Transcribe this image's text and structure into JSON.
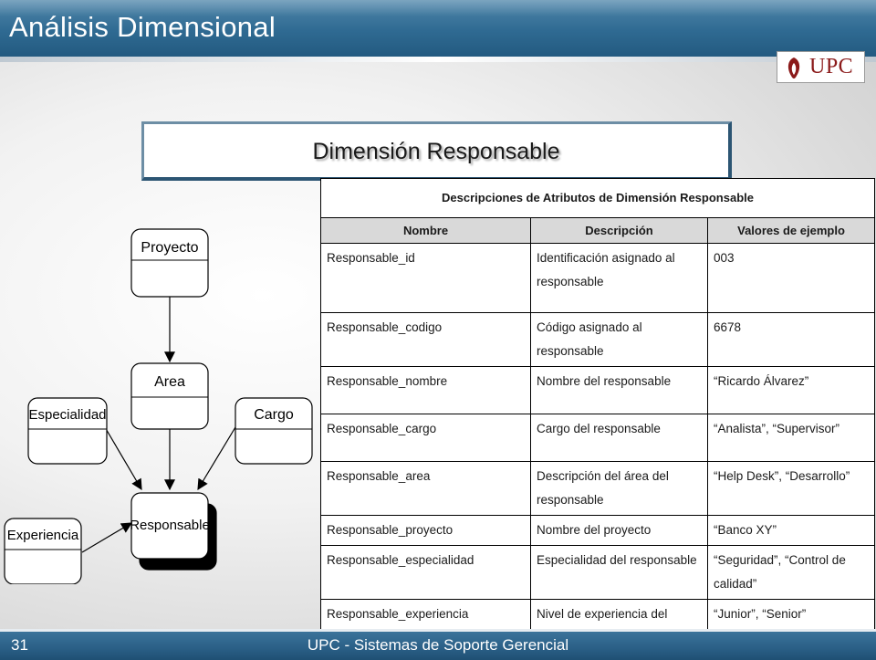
{
  "slide": {
    "title": "Análisis Dimensional",
    "subtitle": "Dimensión Responsable",
    "logo_text": "UPC"
  },
  "diagram": {
    "entities": [
      "Proyecto",
      "Area",
      "Especialidad",
      "Cargo",
      "Responsable",
      "Experiencia"
    ]
  },
  "table": {
    "caption": "Descripciones de Atributos de Dimensión Responsable",
    "headers": [
      "Nombre",
      "Descripción",
      "Valores de ejemplo"
    ],
    "rows": [
      [
        "Responsable_id",
        "Identificación asignado al responsable",
        "003"
      ],
      [
        "Responsable_codigo",
        "Código asignado al responsable",
        "6678"
      ],
      [
        "Responsable_nombre",
        "Nombre del responsable",
        "“Ricardo Álvarez”"
      ],
      [
        "Responsable_cargo",
        "Cargo del responsable",
        "“Analista”, “Supervisor”"
      ],
      [
        "Responsable_area",
        "Descripción del área del responsable",
        "“Help Desk”, “Desarrollo”"
      ],
      [
        "Responsable_proyecto",
        "Nombre del proyecto",
        "“Banco XY”"
      ],
      [
        "Responsable_especialidad",
        "Especialidad del responsable",
        "“Seguridad”, “Control de calidad”"
      ],
      [
        "Responsable_experiencia",
        "Nivel de experiencia del responsable",
        "“Junior”, “Senior”"
      ]
    ]
  },
  "footer": {
    "page_number": "31",
    "text": "UPC - Sistemas de Soporte Gerencial"
  },
  "colors": {
    "title_bar": "#2f6a92",
    "footer_bar": "#2a5f86",
    "logo_red": "#8b1a1a",
    "table_header": "#d9d9d9"
  }
}
